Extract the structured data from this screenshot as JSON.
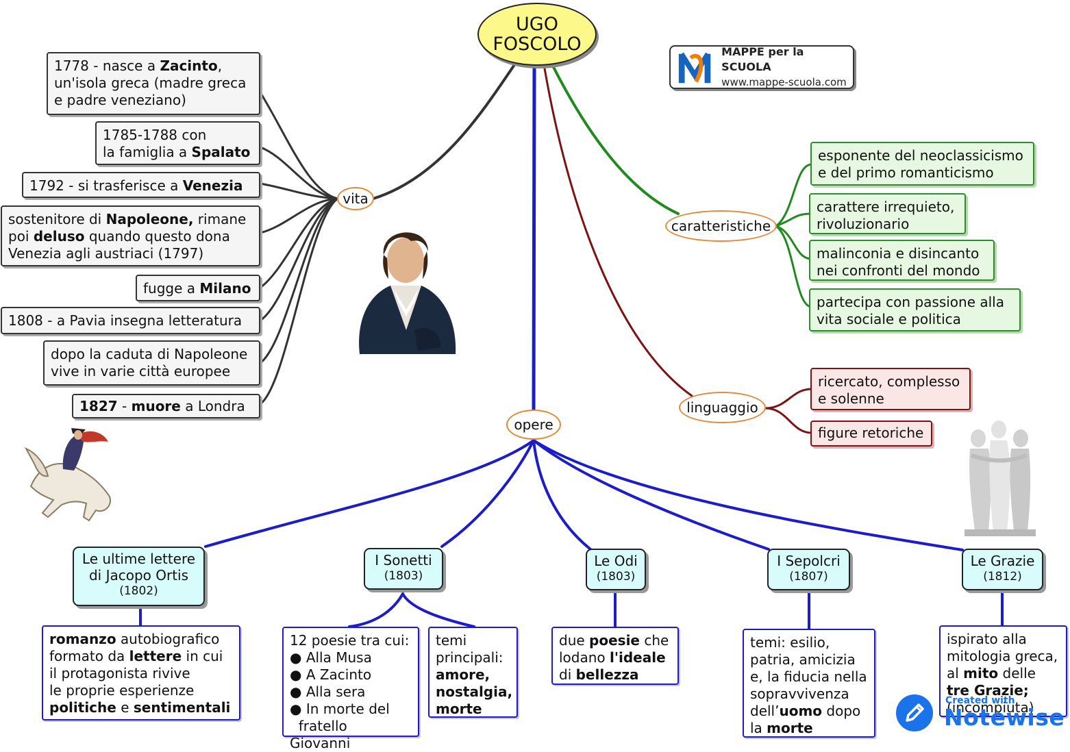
{
  "root": {
    "line1": "UGO",
    "line2": "FOSCOLO"
  },
  "branches": {
    "vita": "vita",
    "caratteristiche": "caratteristiche",
    "linguaggio": "linguaggio",
    "opere": "opere"
  },
  "logo": {
    "title": "MAPPE per la SCUOLA",
    "url": "www.mappe-scuola.com"
  },
  "vita": {
    "v1": {
      "a": "1778 - nasce a ",
      "b": "Zacinto",
      "c": ",",
      "d": "un'isola greca (madre greca",
      "e": "e padre veneziano)"
    },
    "v2": {
      "a": "1785-1788 con",
      "b": "la famiglia a ",
      "c": "Spalato"
    },
    "v3": {
      "a": "1792 - si trasferisce a ",
      "b": "Venezia"
    },
    "v4": {
      "a": "sostenitore di ",
      "b": "Napoleone,",
      "c": " rimane",
      "d": "poi ",
      "e": "deluso",
      "f": " quando questo dona",
      "g": "Venezia agli austriaci (1797)"
    },
    "v5": {
      "a": "fugge a ",
      "b": "Milano"
    },
    "v6": {
      "a": "1808 - a Pavia insegna letteratura"
    },
    "v7": {
      "a": "dopo la caduta di Napoleone",
      "b": "vive in varie città europee"
    },
    "v8": {
      "a": "1827",
      "b": " - ",
      "c": "muore",
      "d": " a Londra"
    }
  },
  "caratteristiche": {
    "c1": {
      "a": "esponente del neoclassicismo",
      "b": "e del primo romanticismo"
    },
    "c2": {
      "a": "carattere irrequieto,",
      "b": "rivoluzionario"
    },
    "c3": {
      "a": "malinconia e disincanto",
      "b": "nei confronti del mondo"
    },
    "c4": {
      "a": "partecipa con passione alla",
      "b": "vita sociale e politica"
    }
  },
  "linguaggio": {
    "l1": {
      "a": "ricercato, complesso",
      "b": "e solenne"
    },
    "l2": {
      "a": "figure retoriche"
    }
  },
  "opere": {
    "ortis": {
      "a": "Le ultime lettere",
      "b": "di Jacopo Ortis",
      "year": "(1802)"
    },
    "sonetti": {
      "a": "I Sonetti",
      "year": "(1803)"
    },
    "odi": {
      "a": "Le Odi",
      "year": "(1803)"
    },
    "sepolcri": {
      "a": "I Sepolcri",
      "year": "(1807)"
    },
    "grazie": {
      "a": "Le Grazie",
      "year": "(1812)"
    }
  },
  "details": {
    "ortis": {
      "a": "romanzo",
      "b": " autobiografico",
      "c": "formato da ",
      "d": "lettere",
      "e": " in cui",
      "f": "il protagonista rivive",
      "g": "le proprie esperienze",
      "h": "politiche",
      "i": " e ",
      "j": "sentimentali"
    },
    "sonetti1": {
      "a": "12 poesie tra cui:",
      "items": [
        "Alla Musa",
        "A Zacinto",
        "Alla sera",
        "In morte del"
      ],
      "cont": "fratello Giovanni"
    },
    "sonetti2": {
      "a": "temi",
      "b": "principali:",
      "c": "amore,",
      "d": "nostalgia,",
      "e": "morte"
    },
    "odi": {
      "a": "due ",
      "b": "poesie",
      "c": " che",
      "d": "lodano ",
      "e": "l'ideale",
      "f": "di ",
      "g": "bellezza"
    },
    "sepolcri": {
      "a": "temi: esilio,",
      "b": "patria, amicizia",
      "c": "e, la fiducia nella",
      "d": "sopravvivenza",
      "e": "dell’",
      "f": "uomo",
      "g": " dopo",
      "h": "la ",
      "i": "morte"
    },
    "grazie": {
      "a": "ispirato alla",
      "b": "mitologia greca,",
      "c": "al ",
      "d": "mito",
      "e": " delle",
      "f": "tre Grazie;",
      "g": "(incompiuta)"
    }
  },
  "brand": {
    "small": "Created with",
    "big": "Notewise"
  },
  "colors": {
    "vita": "#333333",
    "caratteristiche": "#1f8a1f",
    "linguaggio": "#7a1414",
    "opere": "#1c1cc8",
    "oval_border": "#e08a3a",
    "root_fill": "#fdf88a",
    "work_fill": "#d8fbfb"
  }
}
